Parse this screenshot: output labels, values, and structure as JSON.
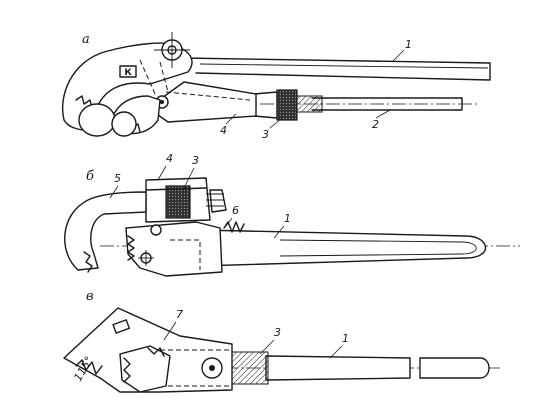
{
  "figure": {
    "panels": [
      {
        "id": "a",
        "label": "а",
        "callouts": [
          {
            "text": "1"
          },
          {
            "text": "2"
          },
          {
            "text": "3"
          },
          {
            "text": "4"
          }
        ],
        "marking": "К"
      },
      {
        "id": "b",
        "label": "б",
        "callouts": [
          {
            "text": "4"
          },
          {
            "text": "3"
          },
          {
            "text": "5"
          },
          {
            "text": "6"
          },
          {
            "text": "1"
          }
        ]
      },
      {
        "id": "v",
        "label": "в",
        "callouts": [
          {
            "text": "7"
          },
          {
            "text": "3"
          },
          {
            "text": "1"
          }
        ],
        "angle": "115°"
      }
    ]
  }
}
